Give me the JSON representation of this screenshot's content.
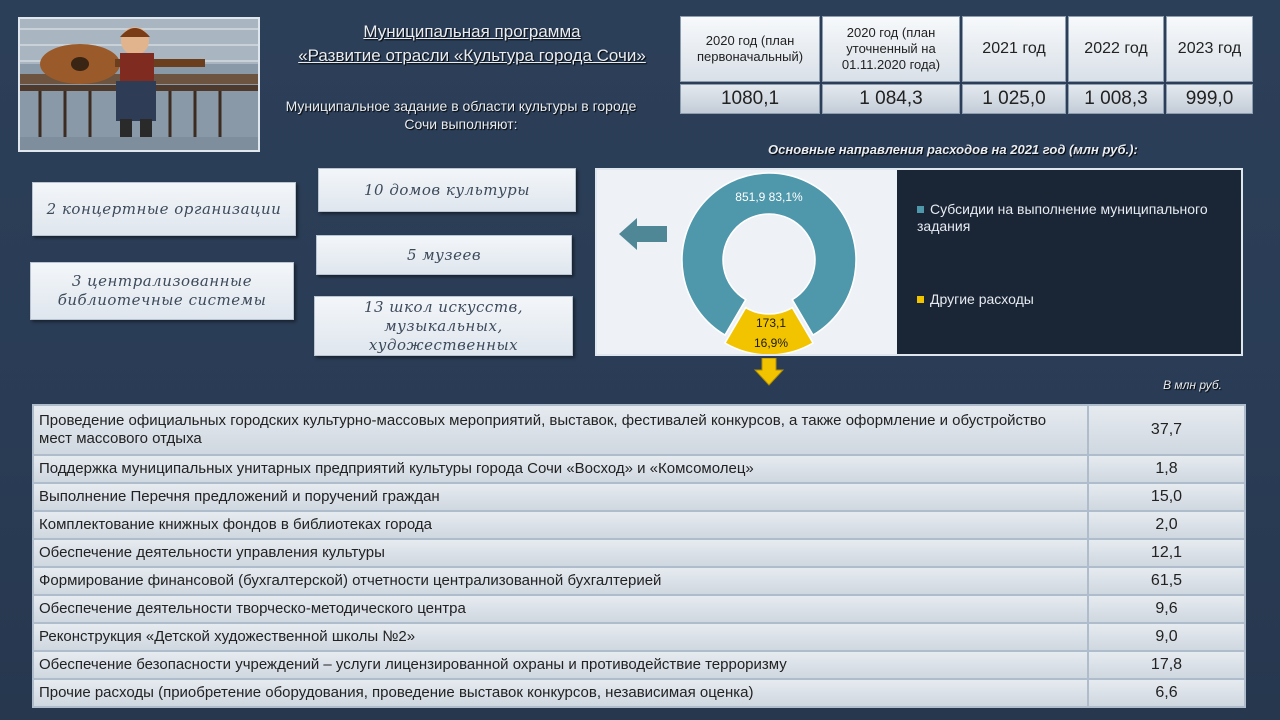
{
  "header": {
    "title_line1": "Муниципальная программа",
    "title_line2": "«Развитие отрасли «Культура города Сочи»",
    "subtitle": "Муниципальное задание в области культуры в городе Сочи выполняют:"
  },
  "years_table": {
    "columns": [
      {
        "label": "2020 год (план первоначальный)",
        "value": "1080,1"
      },
      {
        "label": "2020 год (план уточненный на 01.11.2020 года)",
        "value": "1 084,3"
      },
      {
        "label": "2021 год",
        "value": "1 025,0"
      },
      {
        "label": "2022 год",
        "value": "1 008,3"
      },
      {
        "label": "2023 год",
        "value": "999,0"
      }
    ]
  },
  "institutions": [
    "2 концертные организации",
    "10 домов культуры",
    "5 музеев",
    "3 централизованные библиотечные системы",
    "13 школ искусств, музыкальных, художественных"
  ],
  "chart_data": {
    "type": "pie",
    "variant": "doughnut",
    "title": "Основные направления расходов на 2021 год (млн руб.):",
    "categories": [
      "Субсидии на выполнение муниципального задания",
      "Другие расходы"
    ],
    "values": [
      851.9,
      173.1
    ],
    "percents": [
      83.1,
      16.9
    ],
    "data_labels": [
      "851,9 83,1%",
      "173,1 16,9%"
    ],
    "colors": [
      "#4f97ab",
      "#f2c400"
    ],
    "legend_position": "right"
  },
  "expenses": {
    "unit": "В млн руб.",
    "rows": [
      {
        "label": "Проведение официальных городских культурно-массовых мероприятий, выставок, фестивалей конкурсов, а также оформление и обустройство мест массового отдыха",
        "value": "37,7"
      },
      {
        "label": "Поддержка муниципальных унитарных предприятий культуры города Сочи «Восход» и «Комсомолец»",
        "value": "1,8"
      },
      {
        "label": "Выполнение Перечня предложений и поручений граждан",
        "value": "15,0"
      },
      {
        "label": "Комплектование книжных фондов в библиотеках города",
        "value": "2,0"
      },
      {
        "label": "Обеспечение деятельности управления культуры",
        "value": "12,1"
      },
      {
        "label": "Формирование финансовой (бухгалтерской) отчетности централизованной бухгалтерией",
        "value": "61,5"
      },
      {
        "label": "Обеспечение деятельности творческо-методического центра",
        "value": "9,6"
      },
      {
        "label": "Реконструкция «Детской художественной школы №2»",
        "value": "9,0"
      },
      {
        "label": "Обеспечение безопасности учреждений – услуги лицензированной охраны и противодействие терроризму",
        "value": "17,8"
      },
      {
        "label": "Прочие расходы (приобретение оборудования, проведение выставок конкурсов, независимая оценка)",
        "value": "6,6"
      }
    ]
  }
}
